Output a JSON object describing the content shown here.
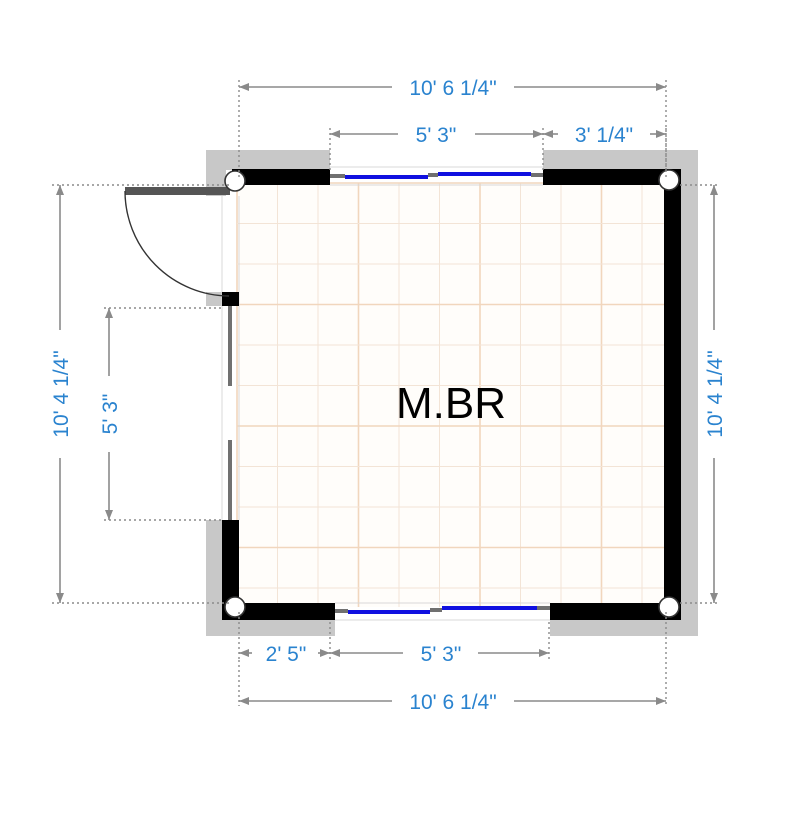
{
  "room": {
    "label": "M.BR"
  },
  "dimensions": {
    "top_overall": "10' 6 1/4\"",
    "top_window": "5' 3\"",
    "top_right_segment": "3' 1/4\"",
    "left_overall": "10' 4 1/4\"",
    "left_opening": "5' 3\"",
    "right_overall": "10' 4 1/4\"",
    "bottom_left_segment": "2' 5\"",
    "bottom_window": "5' 3\"",
    "bottom_overall": "10' 6 1/4\""
  },
  "colors": {
    "wall": "#000000",
    "wall_exterior": "#c8c8c8",
    "window_glass": "#1010e0",
    "dimension_text": "#2a83cf",
    "dimension_line": "#8a8a8a",
    "grid": "#f1d6bd"
  }
}
